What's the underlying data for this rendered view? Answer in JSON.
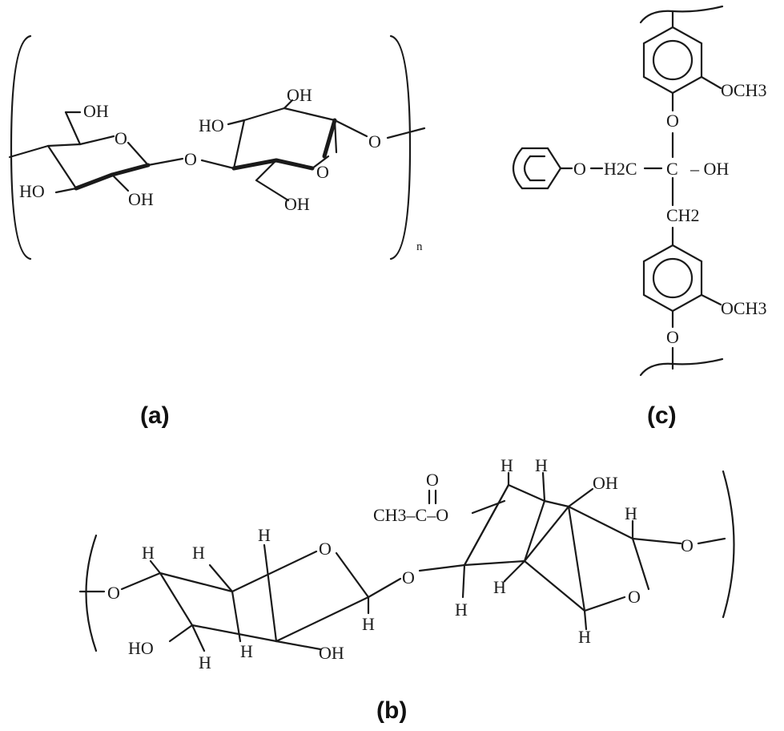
{
  "panels": {
    "a": {
      "caption": "(a)",
      "repeat_index": "n",
      "atoms": {
        "oh_top_left": "OH",
        "ring_o_left": "O",
        "ho_left": "HO",
        "oh_left_bottom": "OH",
        "bridge_o": "O",
        "oh_top_right": "OH",
        "ho_right": "HO",
        "ring_o_right": "O",
        "oh_right_bottom": "OH",
        "end_o": "O"
      }
    },
    "b": {
      "caption": "(b)",
      "atoms": {
        "carbonyl_o": "O",
        "acetyl_group": "CH3–C–O",
        "h_top1": "H",
        "h_top2": "H",
        "oh_top": "OH",
        "h_right": "H",
        "end_o_right": "O",
        "ring_o_right": "O",
        "h_mid1": "H",
        "h_mid2": "H",
        "h_bottom_right": "H",
        "bridge_o": "O",
        "ring_o_left": "O",
        "h_anomeric": "H",
        "h_l1": "H",
        "h_l2": "H",
        "h_l3": "H",
        "end_o_left": "O",
        "ho_bottom": "HO",
        "h_b1": "H",
        "h_b2": "H",
        "oh_bottom": "OH"
      }
    },
    "c": {
      "caption": "(c)",
      "atoms": {
        "methoxy_top": "OCH3",
        "ether_o_top": "O",
        "left_o": "O",
        "h2c": "H2C",
        "carbon": "C",
        "oh": "– OH",
        "ch2": "CH2",
        "methoxy_bottom": "OCH3",
        "ether_o_bottom": "O"
      }
    }
  }
}
